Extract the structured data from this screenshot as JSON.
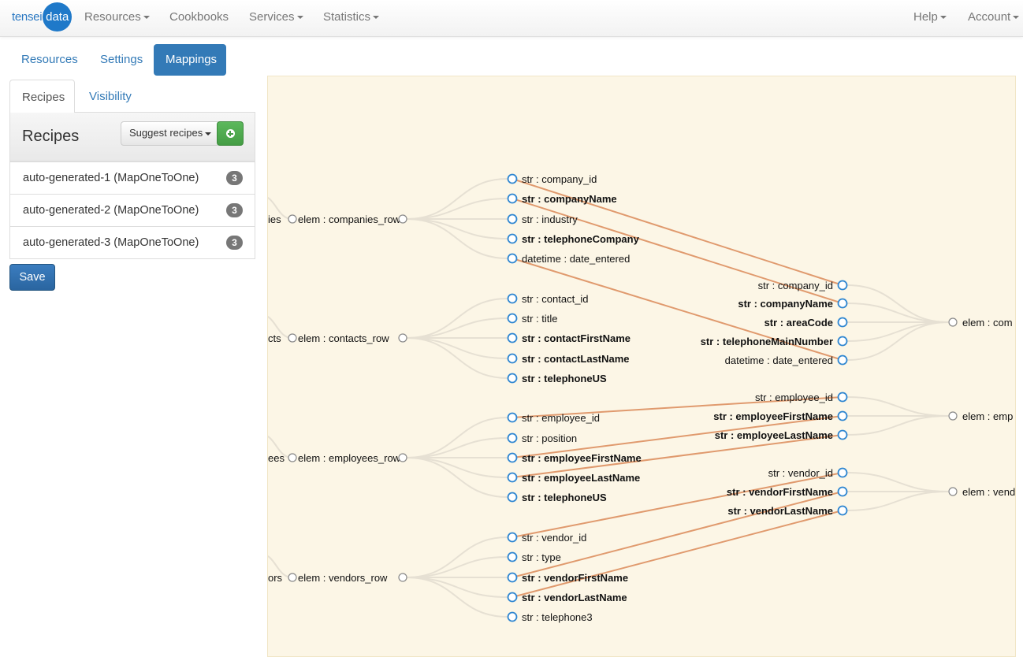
{
  "navbar": {
    "brand_prefix": "tensei",
    "brand_suffix": "data",
    "menu": [
      "Resources",
      "Cookbooks",
      "Services",
      "Statistics"
    ],
    "right_menu": [
      "Help",
      "Account"
    ]
  },
  "top_tabs": [
    "Resources",
    "Settings",
    "Mappings"
  ],
  "active_top_tab": "Mappings",
  "side_tabs": [
    "Recipes",
    "Visibility"
  ],
  "active_side_tab": "Recipes",
  "recipes_panel": {
    "title": "Recipes",
    "suggest_label": "Suggest recipes",
    "add_icon": "plus-circle-icon",
    "items": [
      {
        "label": "auto-generated-1 (MapOneToOne)",
        "count": "3"
      },
      {
        "label": "auto-generated-2 (MapOneToOne)",
        "count": "3"
      },
      {
        "label": "auto-generated-3 (MapOneToOne)",
        "count": "3"
      }
    ],
    "save_label": "Save"
  },
  "colors": {
    "primary": "#337ab7",
    "success": "#5cb85c",
    "canvas_bg": "#fcf6e6",
    "mapping_line": "#e09a6e",
    "node_stroke": "#2e86d1"
  },
  "diagram": {
    "sources": [
      {
        "parent_fragment": "ies",
        "label": "elem : companies_row",
        "fields": [
          {
            "label": "str : company_id",
            "bold": false
          },
          {
            "label": "str : companyName",
            "bold": true
          },
          {
            "label": "str : industry",
            "bold": false
          },
          {
            "label": "str : telephoneCompany",
            "bold": true
          },
          {
            "label": "datetime : date_entered",
            "bold": false
          }
        ]
      },
      {
        "parent_fragment": "cts",
        "label": "elem : contacts_row",
        "fields": [
          {
            "label": "str : contact_id",
            "bold": false
          },
          {
            "label": "str : title",
            "bold": false
          },
          {
            "label": "str : contactFirstName",
            "bold": true
          },
          {
            "label": "str : contactLastName",
            "bold": true
          },
          {
            "label": "str : telephoneUS",
            "bold": true
          }
        ]
      },
      {
        "parent_fragment": "ees",
        "label": "elem : employees_row",
        "fields": [
          {
            "label": "str : employee_id",
            "bold": false
          },
          {
            "label": "str : position",
            "bold": false
          },
          {
            "label": "str : employeeFirstName",
            "bold": true
          },
          {
            "label": "str : employeeLastName",
            "bold": true
          },
          {
            "label": "str : telephoneUS",
            "bold": true
          }
        ]
      },
      {
        "parent_fragment": "ors",
        "label": "elem : vendors_row",
        "fields": [
          {
            "label": "str : vendor_id",
            "bold": false
          },
          {
            "label": "str : type",
            "bold": false
          },
          {
            "label": "str : vendorFirstName",
            "bold": true
          },
          {
            "label": "str : vendorLastName",
            "bold": true
          },
          {
            "label": "str : telephone3",
            "bold": false
          }
        ]
      }
    ],
    "targets": [
      {
        "label": "elem : com",
        "fields": [
          {
            "label": "str : company_id",
            "bold": false
          },
          {
            "label": "str : companyName",
            "bold": true
          },
          {
            "label": "str : areaCode",
            "bold": true
          },
          {
            "label": "str : telephoneMainNumber",
            "bold": true
          },
          {
            "label": "datetime : date_entered",
            "bold": false
          }
        ]
      },
      {
        "label": "elem : emp",
        "fields": [
          {
            "label": "str : employee_id",
            "bold": false
          },
          {
            "label": "str : employeeFirstName",
            "bold": true
          },
          {
            "label": "str : employeeLastName",
            "bold": true
          }
        ]
      },
      {
        "label": "elem : vend",
        "fields": [
          {
            "label": "str : vendor_id",
            "bold": false
          },
          {
            "label": "str : vendorFirstName",
            "bold": true
          },
          {
            "label": "str : vendorLastName",
            "bold": true
          }
        ]
      }
    ],
    "mappings": [
      {
        "from": [
          0,
          0
        ],
        "to": [
          0,
          0
        ]
      },
      {
        "from": [
          0,
          1
        ],
        "to": [
          0,
          1
        ]
      },
      {
        "from": [
          0,
          4
        ],
        "to": [
          0,
          4
        ]
      },
      {
        "from": [
          2,
          0
        ],
        "to": [
          1,
          0
        ]
      },
      {
        "from": [
          2,
          2
        ],
        "to": [
          1,
          1
        ]
      },
      {
        "from": [
          2,
          3
        ],
        "to": [
          1,
          2
        ]
      },
      {
        "from": [
          3,
          0
        ],
        "to": [
          2,
          0
        ]
      },
      {
        "from": [
          3,
          2
        ],
        "to": [
          2,
          1
        ]
      },
      {
        "from": [
          3,
          3
        ],
        "to": [
          2,
          2
        ]
      }
    ]
  }
}
